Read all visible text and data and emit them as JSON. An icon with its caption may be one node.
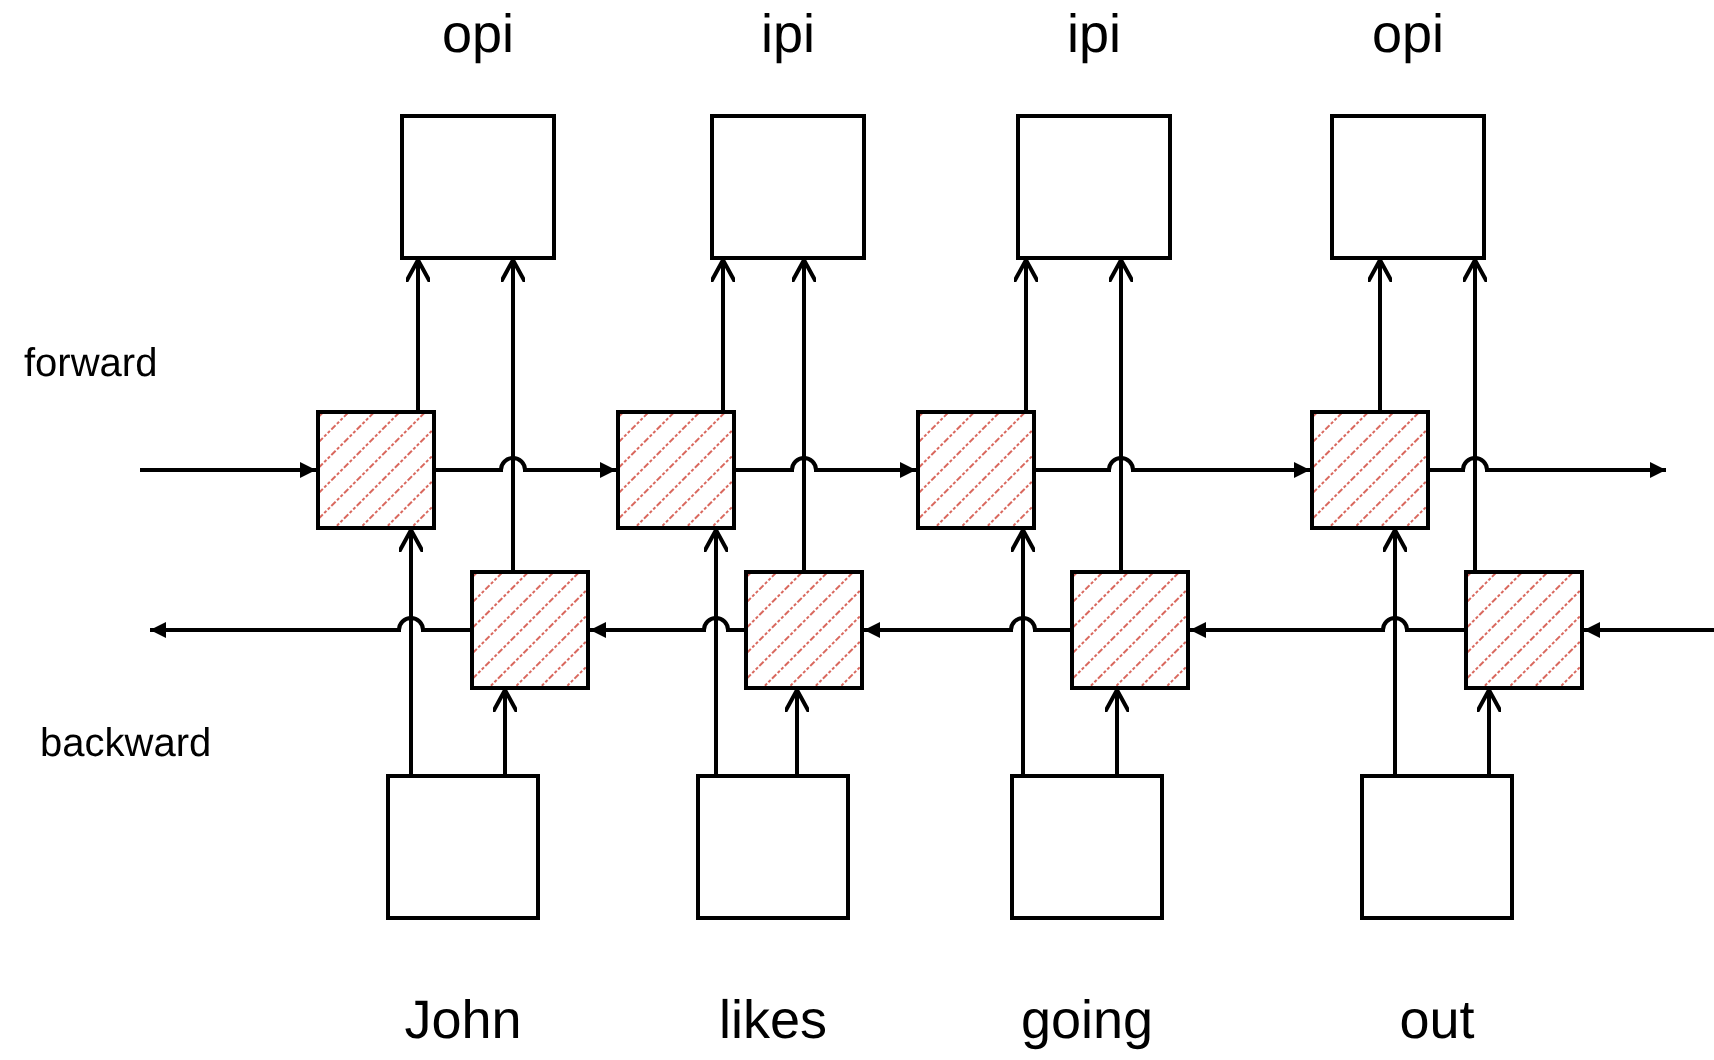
{
  "diagram": {
    "nodes": [
      {
        "text": [
          "opi"
        ]
      },
      {
        "text": [
          "ipi"
        ]
      },
      {
        "text": [
          "ipi"
        ]
      },
      {
        "text": [
          "opi"
        ]
      },
      {
        "text": [],
        "shape": "box"
      },
      {
        "text": [],
        "shape": "box"
      },
      {
        "text": [],
        "shape": "box"
      },
      {
        "text": [],
        "shape": "box"
      },
      {
        "text": [],
        "shape": "box"
      },
      {
        "text": [],
        "shape": "box"
      },
      {
        "text": [],
        "shape": "box"
      },
      {
        "text": [],
        "shape": "box"
      },
      {
        "text": [
          "John"
        ]
      },
      {
        "text": [
          "likes"
        ]
      },
      {
        "text": [
          "going"
        ]
      },
      {
        "text": [
          "out"
        ]
      }
    ],
    "edges": [
      {
        "from": null,
        "to": 4,
        "arrow": "to"
      },
      {
        "from": 4,
        "to": 5,
        "arrow": "to"
      },
      {
        "from": 5,
        "to": 6,
        "arrow": "to"
      },
      {
        "from": 6,
        "to": 7,
        "arrow": "to"
      },
      {
        "from": 7,
        "to": null,
        "arrow": "to"
      },
      {
        "from": null,
        "to": 11,
        "arrow": "to"
      },
      {
        "from": 11,
        "to": 10,
        "arrow": "to"
      },
      {
        "from": 10,
        "to": 9,
        "arrow": "to"
      },
      {
        "from": 9,
        "to": 8,
        "arrow": "to"
      },
      {
        "from": 8,
        "to": null,
        "arrow": "to"
      },
      {
        "from": 12,
        "to": 4,
        "arrow": "to"
      },
      {
        "from": 13,
        "to": 5,
        "arrow": "to"
      },
      {
        "from": 14,
        "to": 6,
        "arrow": "to"
      },
      {
        "from": 15,
        "to": 7,
        "arrow": "to"
      },
      {
        "from": 12,
        "to": 8,
        "arrow": "to"
      },
      {
        "from": 13,
        "to": 9,
        "arrow": "to"
      },
      {
        "from": 14,
        "to": 10,
        "arrow": "to"
      },
      {
        "from": 15,
        "to": 11,
        "arrow": "to"
      },
      {
        "from": 4,
        "to": 0,
        "arrow": "to"
      },
      {
        "from": 5,
        "to": 1,
        "arrow": "to"
      },
      {
        "from": 6,
        "to": 2,
        "arrow": "to"
      },
      {
        "from": 7,
        "to": 3,
        "arrow": "to"
      },
      {
        "from": 8,
        "to": 0,
        "arrow": "to"
      },
      {
        "from": 9,
        "to": 1,
        "arrow": "to"
      },
      {
        "from": 10,
        "to": 2,
        "arrow": "to"
      },
      {
        "from": 11,
        "to": 3,
        "arrow": "to"
      }
    ],
    "labels": [
      "forward",
      "backward"
    ]
  }
}
